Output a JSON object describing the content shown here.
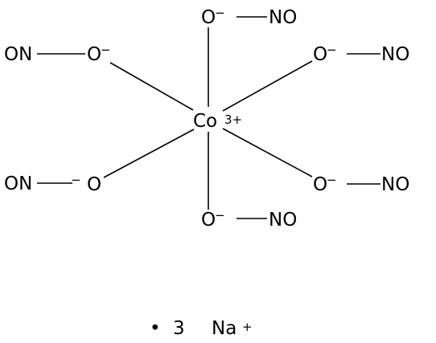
{
  "center": {
    "symbol": "Co",
    "charge": "3+"
  },
  "ligands": [
    {
      "id": "top",
      "o": "O",
      "o_charge": "−",
      "group": "NO"
    },
    {
      "id": "upper-right",
      "o": "O",
      "o_charge": "−",
      "group": "NO"
    },
    {
      "id": "upper-left",
      "o": "O",
      "o_charge": "−",
      "group": "ON"
    },
    {
      "id": "lower-left",
      "o": "O",
      "o_charge": "−",
      "group": "ON"
    },
    {
      "id": "lower-right",
      "o": "O",
      "o_charge": "−",
      "group": "NO"
    },
    {
      "id": "bottom",
      "o": "O",
      "o_charge": "−",
      "group": "NO"
    }
  ],
  "counterion": {
    "bullet": "•",
    "count": "3",
    "symbol": "Na",
    "charge": "+"
  }
}
